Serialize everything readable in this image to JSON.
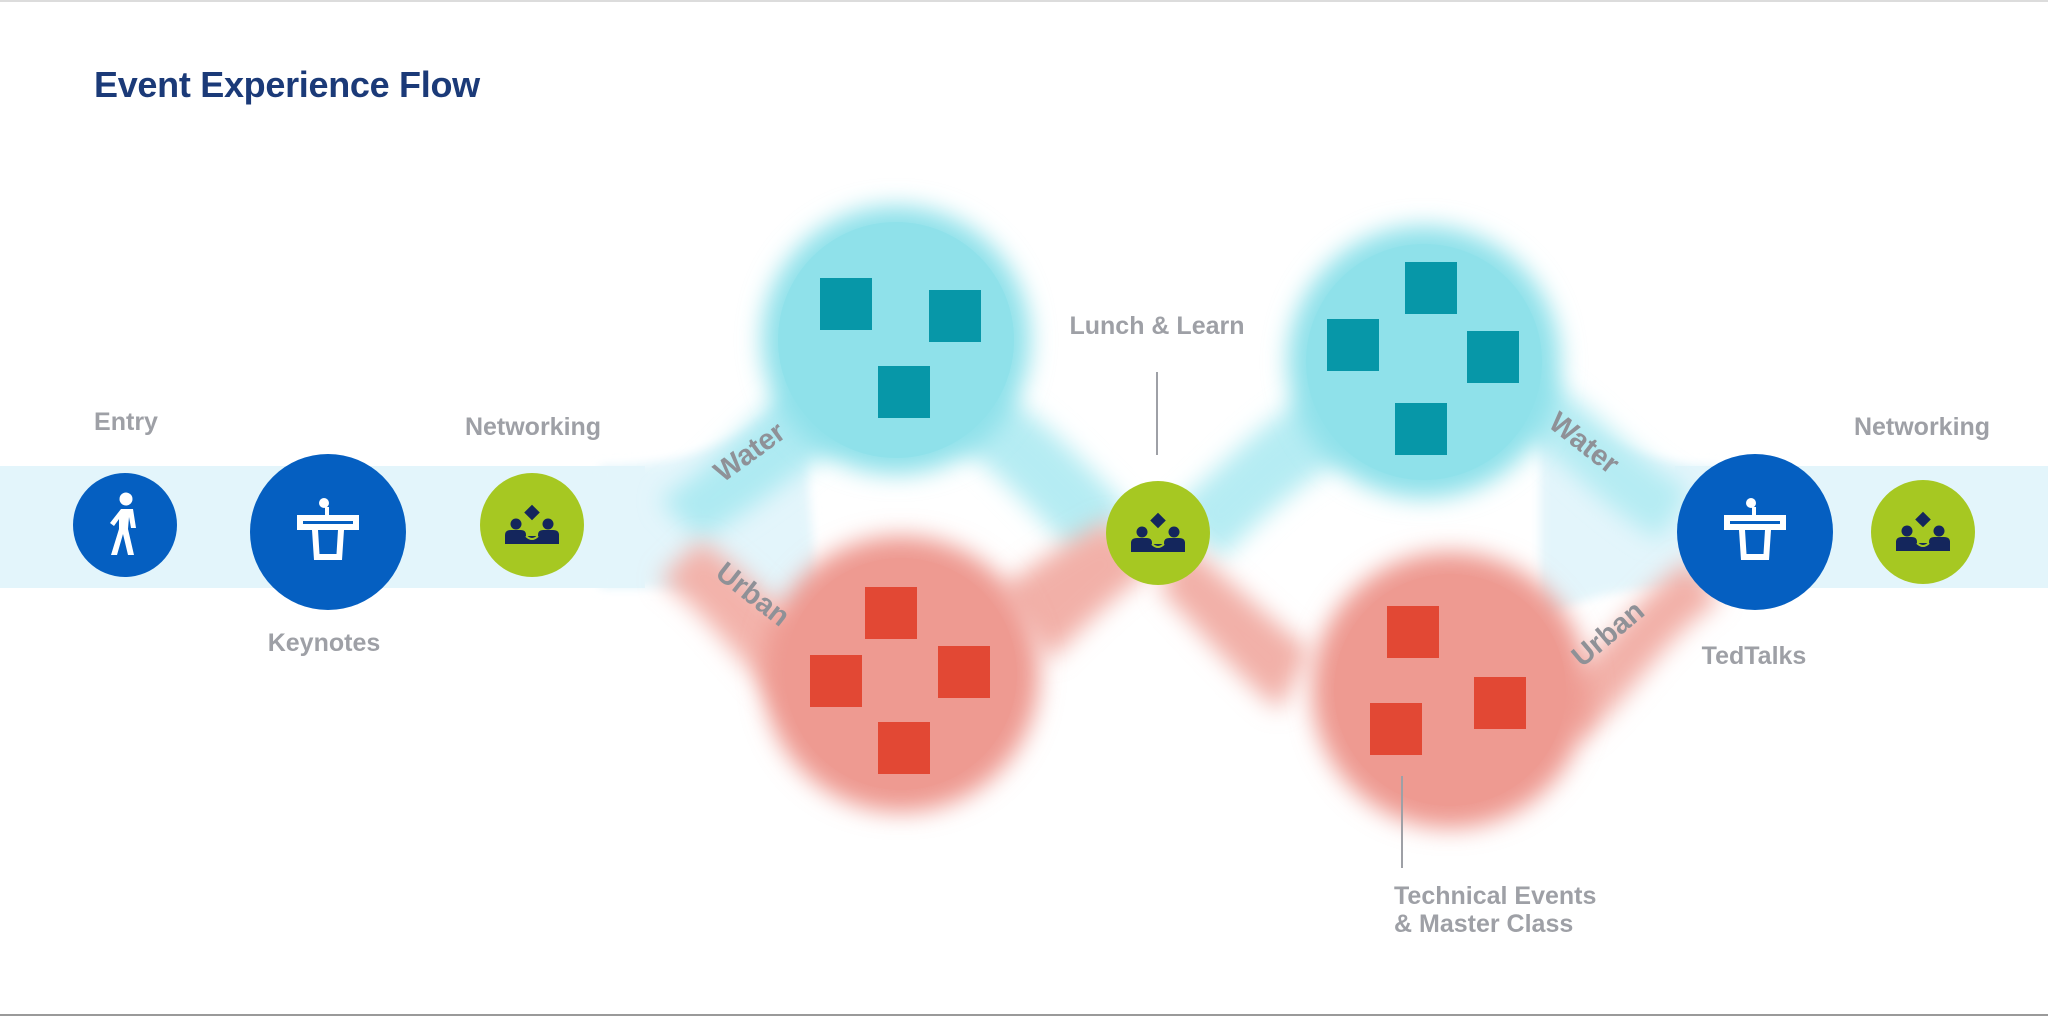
{
  "title": "Event Experience Flow",
  "colors": {
    "stream": "#e3f5fb",
    "water_blob": "#8fe1ea",
    "water_square": "#0797a8",
    "urban_blob": "#ee9a91",
    "urban_square": "#e24834",
    "blue_node": "#055fc1",
    "green_node": "#a6c822",
    "label": "#9ea0a6",
    "title": "#1b3a78"
  },
  "nodes": [
    {
      "label": "Entry",
      "icon": "walking-person-icon"
    },
    {
      "label": "Keynotes",
      "icon": "podium-speaker-icon"
    },
    {
      "label": "Networking",
      "icon": "people-meeting-icon"
    },
    {
      "label": "Lunch & Learn",
      "icon": "people-meeting-icon"
    },
    {
      "label": "TedTalks",
      "icon": "podium-speaker-icon"
    },
    {
      "label": "Networking",
      "icon": "people-meeting-icon"
    }
  ],
  "tracks": {
    "water_left": "Water",
    "urban_left": "Urban",
    "water_right": "Water",
    "urban_right": "Urban"
  },
  "clusters": [
    {
      "track": "water",
      "items": 3
    },
    {
      "track": "urban",
      "items": 4
    },
    {
      "track": "water",
      "items": 4
    },
    {
      "track": "urban",
      "items": 3
    }
  ],
  "callout": {
    "line1": "Technical Events",
    "line2": "& Master Class"
  }
}
